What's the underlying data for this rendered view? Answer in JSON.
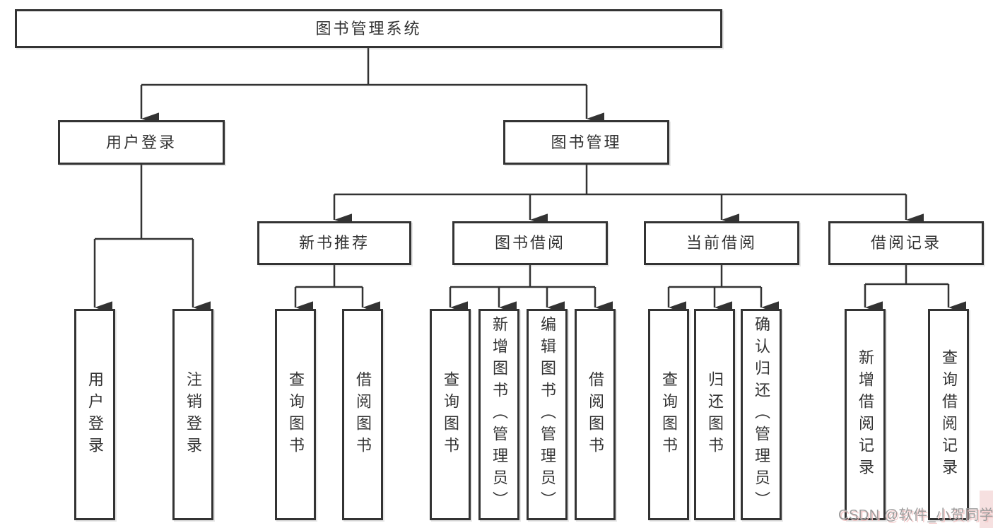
{
  "diagram": {
    "root": {
      "label": "图书管理系统"
    },
    "branches": [
      {
        "label": "用户登录",
        "leaves": [
          {
            "label": "用户登录"
          },
          {
            "label": "注销登录"
          }
        ]
      },
      {
        "label": "图书管理",
        "groups": [
          {
            "label": "新书推荐",
            "leaves": [
              {
                "label": "查询图书"
              },
              {
                "label": "借阅图书"
              }
            ]
          },
          {
            "label": "图书借阅",
            "leaves": [
              {
                "label": "查询图书"
              },
              {
                "label": "新增图书（管理员）"
              },
              {
                "label": "编辑图书（管理员）"
              },
              {
                "label": "借阅图书"
              }
            ]
          },
          {
            "label": "当前借阅",
            "leaves": [
              {
                "label": "查询图书"
              },
              {
                "label": "归还图书"
              },
              {
                "label": "确认归还（管理员）"
              }
            ]
          },
          {
            "label": "借阅记录",
            "leaves": [
              {
                "label": "新增借阅记录"
              },
              {
                "label": "查询借阅记录"
              }
            ]
          }
        ]
      }
    ],
    "colors": {
      "line": "#333333",
      "text": "#333333",
      "box_background": "#ffffff",
      "watermark_text": "#9b9b9b",
      "watermark_tint": "#f6e0e0"
    }
  },
  "watermark": {
    "text": "CSDN @软件_小贺同学"
  }
}
